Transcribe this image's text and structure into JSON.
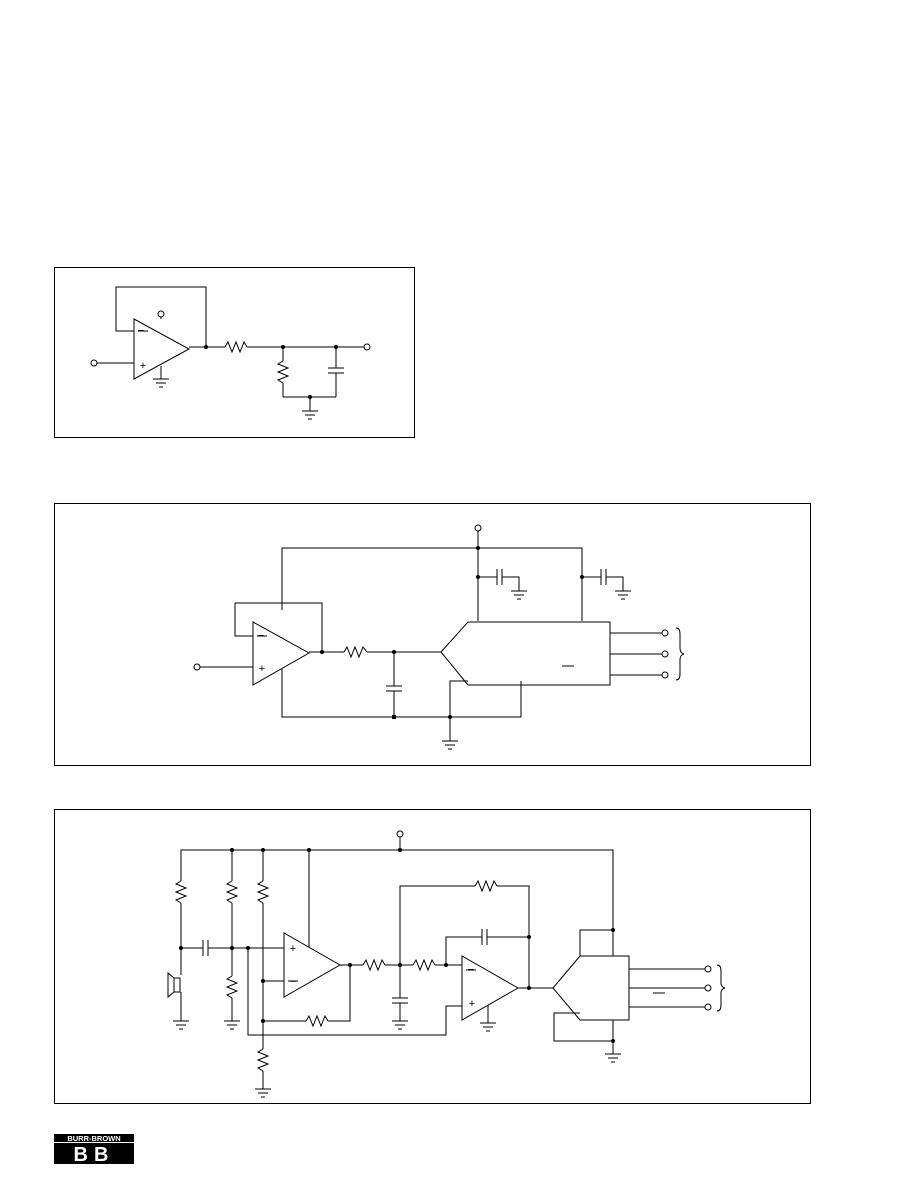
{
  "logo": {
    "brand_text": "BURR-BROWN",
    "mark_text": "BB"
  },
  "figures": [
    {
      "id": "figure-1",
      "opamp_signs": [
        "−",
        "+"
      ]
    },
    {
      "id": "figure-2",
      "opamp_signs": [
        "−",
        "+"
      ],
      "overbar_mark": ""
    },
    {
      "id": "figure-3",
      "opamp1_signs": [
        "+",
        "−"
      ],
      "opamp2_signs": [
        "−",
        "+"
      ],
      "overbar_mark": ""
    }
  ]
}
